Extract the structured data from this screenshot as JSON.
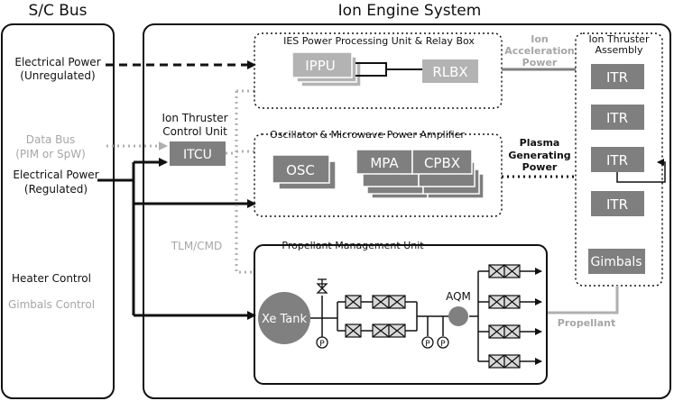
{
  "titles": {
    "sc_bus": "S/C Bus",
    "ion_engine_system": "Ion Engine System"
  },
  "sc_bus_labels": {
    "power_unreg_1": "Electrical Power",
    "power_unreg_2": "(Unregulated)",
    "data_bus_1": "Data Bus",
    "data_bus_2": "(PIM or SpW)",
    "power_reg_1": "Electrical Power",
    "power_reg_2": "(Regulated)",
    "heater_control": "Heater Control",
    "gimbals_control": "Gimbals Control"
  },
  "ies_ppu": {
    "title": "IES Power Processing Unit & Relay Box",
    "ippu": "IPPU",
    "rlbx": "RLBX"
  },
  "oscillator": {
    "title": "Oscillator & Microwave Power Amplifier",
    "osc": "OSC",
    "mpa": "MPA",
    "cpbx": "CPBX",
    "mpa_back": "MPA",
    "cpbx_back": "CPBX"
  },
  "itcu": {
    "label_1": "Ion Thruster",
    "label_2": "Control Unit",
    "box": "ITCU"
  },
  "tlm_cmd": "TLM/CMD",
  "ion_accel": {
    "line_1": "Ion",
    "line_2": "Acceleration",
    "line_3": "Power"
  },
  "plasma": {
    "line_1": "Plasma",
    "line_2": "Generating",
    "line_3": "Power"
  },
  "thruster_assembly": {
    "title_1": "Ion Thruster",
    "title_2": "Assembly",
    "itr_1": "ITR",
    "itr_2": "ITR",
    "itr_3": "ITR",
    "itr_4": "ITR",
    "gimbals": "Gimbals"
  },
  "pmu": {
    "title": "Propellant Management Unit",
    "xe_tank": "Xe Tank",
    "aqm": "AQM",
    "p1": "P",
    "p2": "P",
    "p3": "P"
  },
  "propellant": "Propellant",
  "colors": {
    "box_fill": "#7f7f7f",
    "box_light": "#b3b3b3",
    "gray_text": "#a6a6a6",
    "line_black": "#111111",
    "line_gray": "#b0b0b0",
    "tank": "#808080"
  }
}
